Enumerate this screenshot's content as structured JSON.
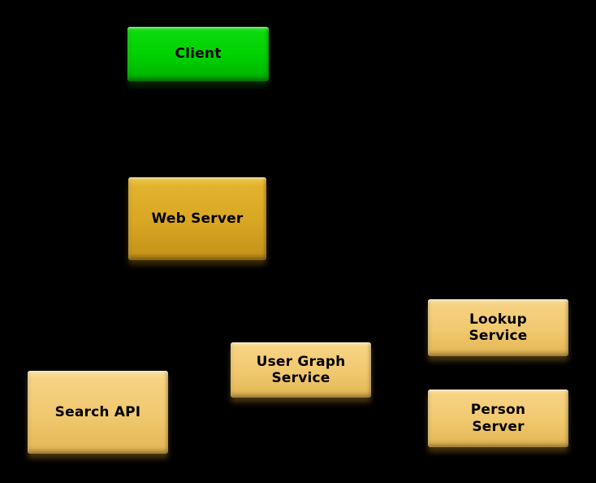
{
  "diagram": {
    "type": "architecture-diagram",
    "background_color": "#000000",
    "text_color": "#000000",
    "node_colors": {
      "client_green": "#00d000",
      "web_server_gold": "#d8a622",
      "service_tan": "#f0c86e"
    },
    "nodes": [
      {
        "id": "client",
        "label": "Client",
        "lines": [
          "Client"
        ],
        "color": "#00d000"
      },
      {
        "id": "web-server",
        "label": "Web Server",
        "lines": [
          "Web Server"
        ],
        "color": "#d8a622"
      },
      {
        "id": "search-api",
        "label": "Search API",
        "lines": [
          "Search API"
        ],
        "color": "#f0c86e"
      },
      {
        "id": "user-graph-service",
        "label": "User Graph Service",
        "lines": [
          "User Graph",
          "Service"
        ],
        "color": "#f0c86e"
      },
      {
        "id": "lookup-service",
        "label": "Lookup Service",
        "lines": [
          "Lookup",
          "Service"
        ],
        "color": "#f0c86e"
      },
      {
        "id": "person-server",
        "label": "Person Server",
        "lines": [
          "Person",
          "Server"
        ],
        "color": "#f0c86e"
      }
    ]
  }
}
